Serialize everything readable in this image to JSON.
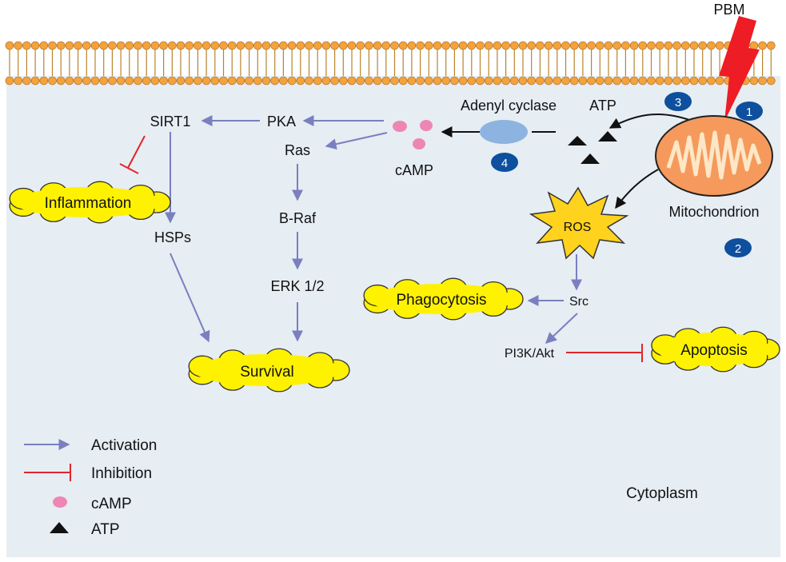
{
  "stimulus": {
    "label": "PBM"
  },
  "compartment": {
    "label": "Cytoplasm"
  },
  "nodes": {
    "sirt1": "SIRT1",
    "pka": "PKA",
    "ras": "Ras",
    "braf": "B-Raf",
    "erk": "ERK 1/2",
    "hsps": "HSPs",
    "camp": "cAMP",
    "adenyl_cyclase": "Adenyl cyclase",
    "atp": "ATP",
    "mitochondrion": "Mitochondrion",
    "ros": "ROS",
    "src": "Src",
    "pi3k": "PI3K/Akt"
  },
  "outcomes": {
    "inflammation": "Inflammation",
    "survival": "Survival",
    "phagocytosis": "Phagocytosis",
    "apoptosis": "Apoptosis"
  },
  "steps": [
    "1",
    "2",
    "3",
    "4"
  ],
  "legend": {
    "activation": "Activation",
    "inhibition": "Inhibition",
    "camp": "cAMP",
    "atp": "ATP"
  },
  "colors": {
    "cytoplasm": "#e6edf3",
    "lipid_head": "#f4a23c",
    "lipid_tail": "#b8832e",
    "activation": "#7a7fc0",
    "inhibition": "#e0262b",
    "camp": "#ee86b5",
    "atp": "#111111",
    "outcome_cloud": "#fff200",
    "ros": "#ffd21e",
    "step_badge": "#0e4f9e",
    "adenyl_cyclase": "#8db3e0",
    "mitochondrion_fill": "#f59a5c",
    "pbm_bolt": "#ee1c24"
  }
}
